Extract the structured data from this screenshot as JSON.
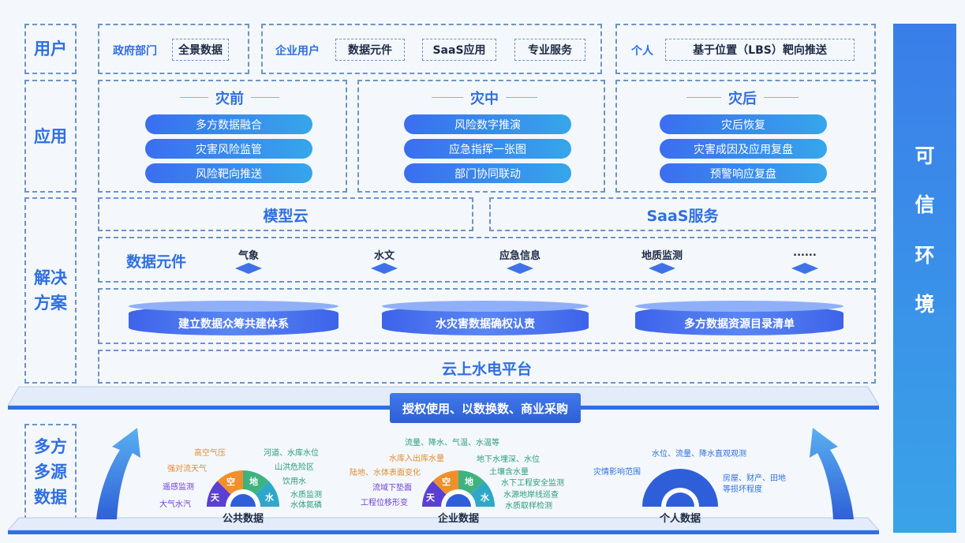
{
  "rows": {
    "users": "用户",
    "apps": "应用",
    "solutions": [
      "解决",
      "方案"
    ],
    "data": [
      "多方",
      "多源",
      "数据"
    ]
  },
  "users": {
    "gov": {
      "label": "政府部门",
      "items": [
        "全景数据"
      ]
    },
    "ent": {
      "label": "企业用户",
      "items": [
        "数据元件",
        "SaaS应用",
        "专业服务"
      ]
    },
    "personal": {
      "label": "个人",
      "items": [
        "基于位置（LBS）靶向推送"
      ]
    }
  },
  "phases": [
    {
      "title": "灾前",
      "items": [
        "多方数据融合",
        "灾害风险监管",
        "风险靶向推送"
      ]
    },
    {
      "title": "灾中",
      "items": [
        "风险数字推演",
        "应急指挥一张图",
        "部门协同联动"
      ]
    },
    {
      "title": "灾后",
      "items": [
        "灾后恢复",
        "灾害成因及应用复盘",
        "预警响应复盘"
      ]
    }
  ],
  "solutions": {
    "model_cloud": "模型云",
    "saas": "SaaS服务",
    "data_elem_title": "数据元件",
    "elements": [
      "气象",
      "水文",
      "应急信息",
      "地质监测",
      "......"
    ],
    "cylinders": [
      "建立数据众筹共建体系",
      "水灾害数据确权认责",
      "多方数据资源目录清单"
    ],
    "platform": "云上水电平台"
  },
  "exchange": "授权使用、以数换数、商业采购",
  "trust": [
    "可",
    "信",
    "环",
    "境"
  ],
  "sources": {
    "public": {
      "caption": "公共数据",
      "segments": [
        "天",
        "空",
        "地",
        "水"
      ],
      "left": [
        "高空气压",
        "强对流天气",
        "遥感监测",
        "大气水汽"
      ],
      "right": [
        "河道、水库水位",
        "山洪危险区",
        "饮用水",
        "水质监测",
        "水体氮磷"
      ]
    },
    "enterprise": {
      "caption": "企业数据",
      "segments": [
        "天",
        "空",
        "地",
        "水"
      ],
      "top": "流量、降水、气温、水温等",
      "left": [
        "水库入出库水量",
        "陆地、水体表面变化",
        "流域下垫面",
        "工程位移形变"
      ],
      "right": [
        "地下水埋深、水位",
        "土壤含水量",
        "水下工程安全监测",
        "水源地岸线巡查",
        "水质取样检测"
      ]
    },
    "personal": {
      "caption": "个人数据",
      "top": "水位、流量、降水直观观测",
      "left": "灾情影响范围",
      "right": "房屋、财产、田地等损坏程度"
    }
  },
  "colors": {
    "accent": "#2f6fe0",
    "sky": "#5b3fd4",
    "air": "#f0902c",
    "ground": "#3fb37f",
    "water": "#2fa7c9"
  }
}
